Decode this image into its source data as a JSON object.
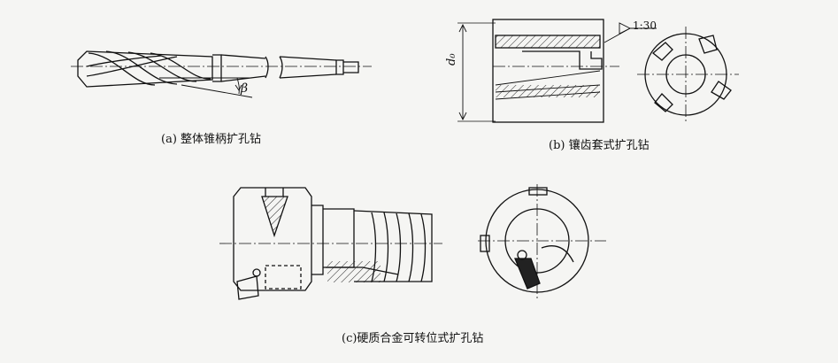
{
  "figure": {
    "captions": {
      "a": "(a) 整体锥柄扩孔钻",
      "b": "(b) 镶齿套式扩孔钻",
      "c": "(c)硬质合金可转位式扩孔钻"
    },
    "annotations": {
      "beta": "β",
      "diameter": "d₀",
      "taper": "1:30"
    }
  }
}
